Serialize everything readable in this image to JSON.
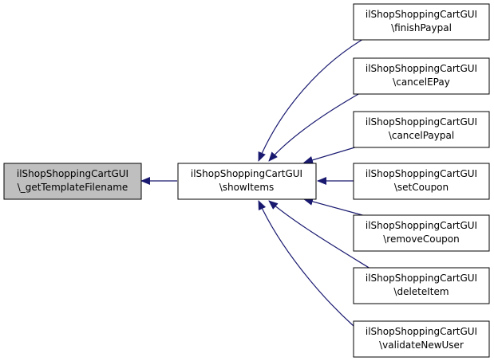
{
  "colors": {
    "edge": "#191970",
    "node_fill": "#ffffff",
    "focus_fill": "#bfbfbf",
    "border": "#000000"
  },
  "nodes": {
    "template": {
      "line1": "ilShopShoppingCartGUI",
      "line2": "\\_getTemplateFilename"
    },
    "showItems": {
      "line1": "ilShopShoppingCartGUI",
      "line2": "\\showItems"
    },
    "finishPaypal": {
      "line1": "ilShopShoppingCartGUI",
      "line2": "\\finishPaypal"
    },
    "cancelEPay": {
      "line1": "ilShopShoppingCartGUI",
      "line2": "\\cancelEPay"
    },
    "cancelPaypal": {
      "line1": "ilShopShoppingCartGUI",
      "line2": "\\cancelPaypal"
    },
    "setCoupon": {
      "line1": "ilShopShoppingCartGUI",
      "line2": "\\setCoupon"
    },
    "removeCoupon": {
      "line1": "ilShopShoppingCartGUI",
      "line2": "\\removeCoupon"
    },
    "deleteItem": {
      "line1": "ilShopShoppingCartGUI",
      "line2": "\\deleteItem"
    },
    "validateNewUser": {
      "line1": "ilShopShoppingCartGUI",
      "line2": "\\validateNewUser"
    }
  }
}
